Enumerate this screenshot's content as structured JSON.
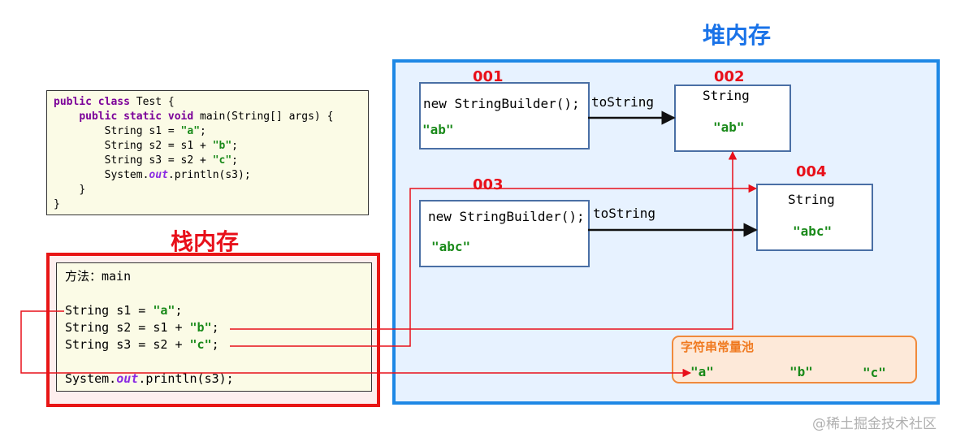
{
  "code": {
    "line1_kw": "public class",
    "line1_rest": " Test {",
    "line2_kw": "public static void",
    "line2_rest": " main(String[] args) {",
    "line3_pre": "String s1 = ",
    "line3_str": "\"a\"",
    "line4_pre": "String s2 = s1 + ",
    "line4_str": "\"b\"",
    "line5_pre": "String s3 = s2 + ",
    "line5_str": "\"c\"",
    "line6_pre": "System.",
    "line6_it": "out",
    "line6_post": ".println(s3);",
    "line7": "}",
    "line8": "}"
  },
  "stack": {
    "title": "栈内存",
    "method_label": "方法：main",
    "s1_pre": "String s1 = ",
    "s1_str": "\"a\"",
    "s2_pre": "String s2 = s1 + ",
    "s2_str": "\"b\"",
    "s3_pre": "String s3 = s2 + ",
    "s3_str": "\"c\"",
    "print_pre": "System.",
    "print_it": "out",
    "print_post": ".println(s3);"
  },
  "heap": {
    "title": "堆内存",
    "obj001": {
      "addr": "001",
      "text": "new StringBuilder();",
      "value": "\"ab\""
    },
    "obj002": {
      "addr": "002",
      "type": "String",
      "value": "\"ab\""
    },
    "obj003": {
      "addr": "003",
      "text": "new StringBuilder();",
      "value": "\"abc\""
    },
    "obj004": {
      "addr": "004",
      "type": "String",
      "value": "\"abc\""
    },
    "tostring1": "toString",
    "tostring2": "toString",
    "pool": {
      "label": "字符串常量池",
      "items": [
        "\"a\"",
        "\"b\"",
        "\"c\""
      ]
    }
  },
  "colors": {
    "red": "#e8101a",
    "blue": "#1e88e5",
    "green": "#1a8a1a",
    "orange": "#f07a20"
  },
  "watermark": "@稀土掘金技术社区"
}
